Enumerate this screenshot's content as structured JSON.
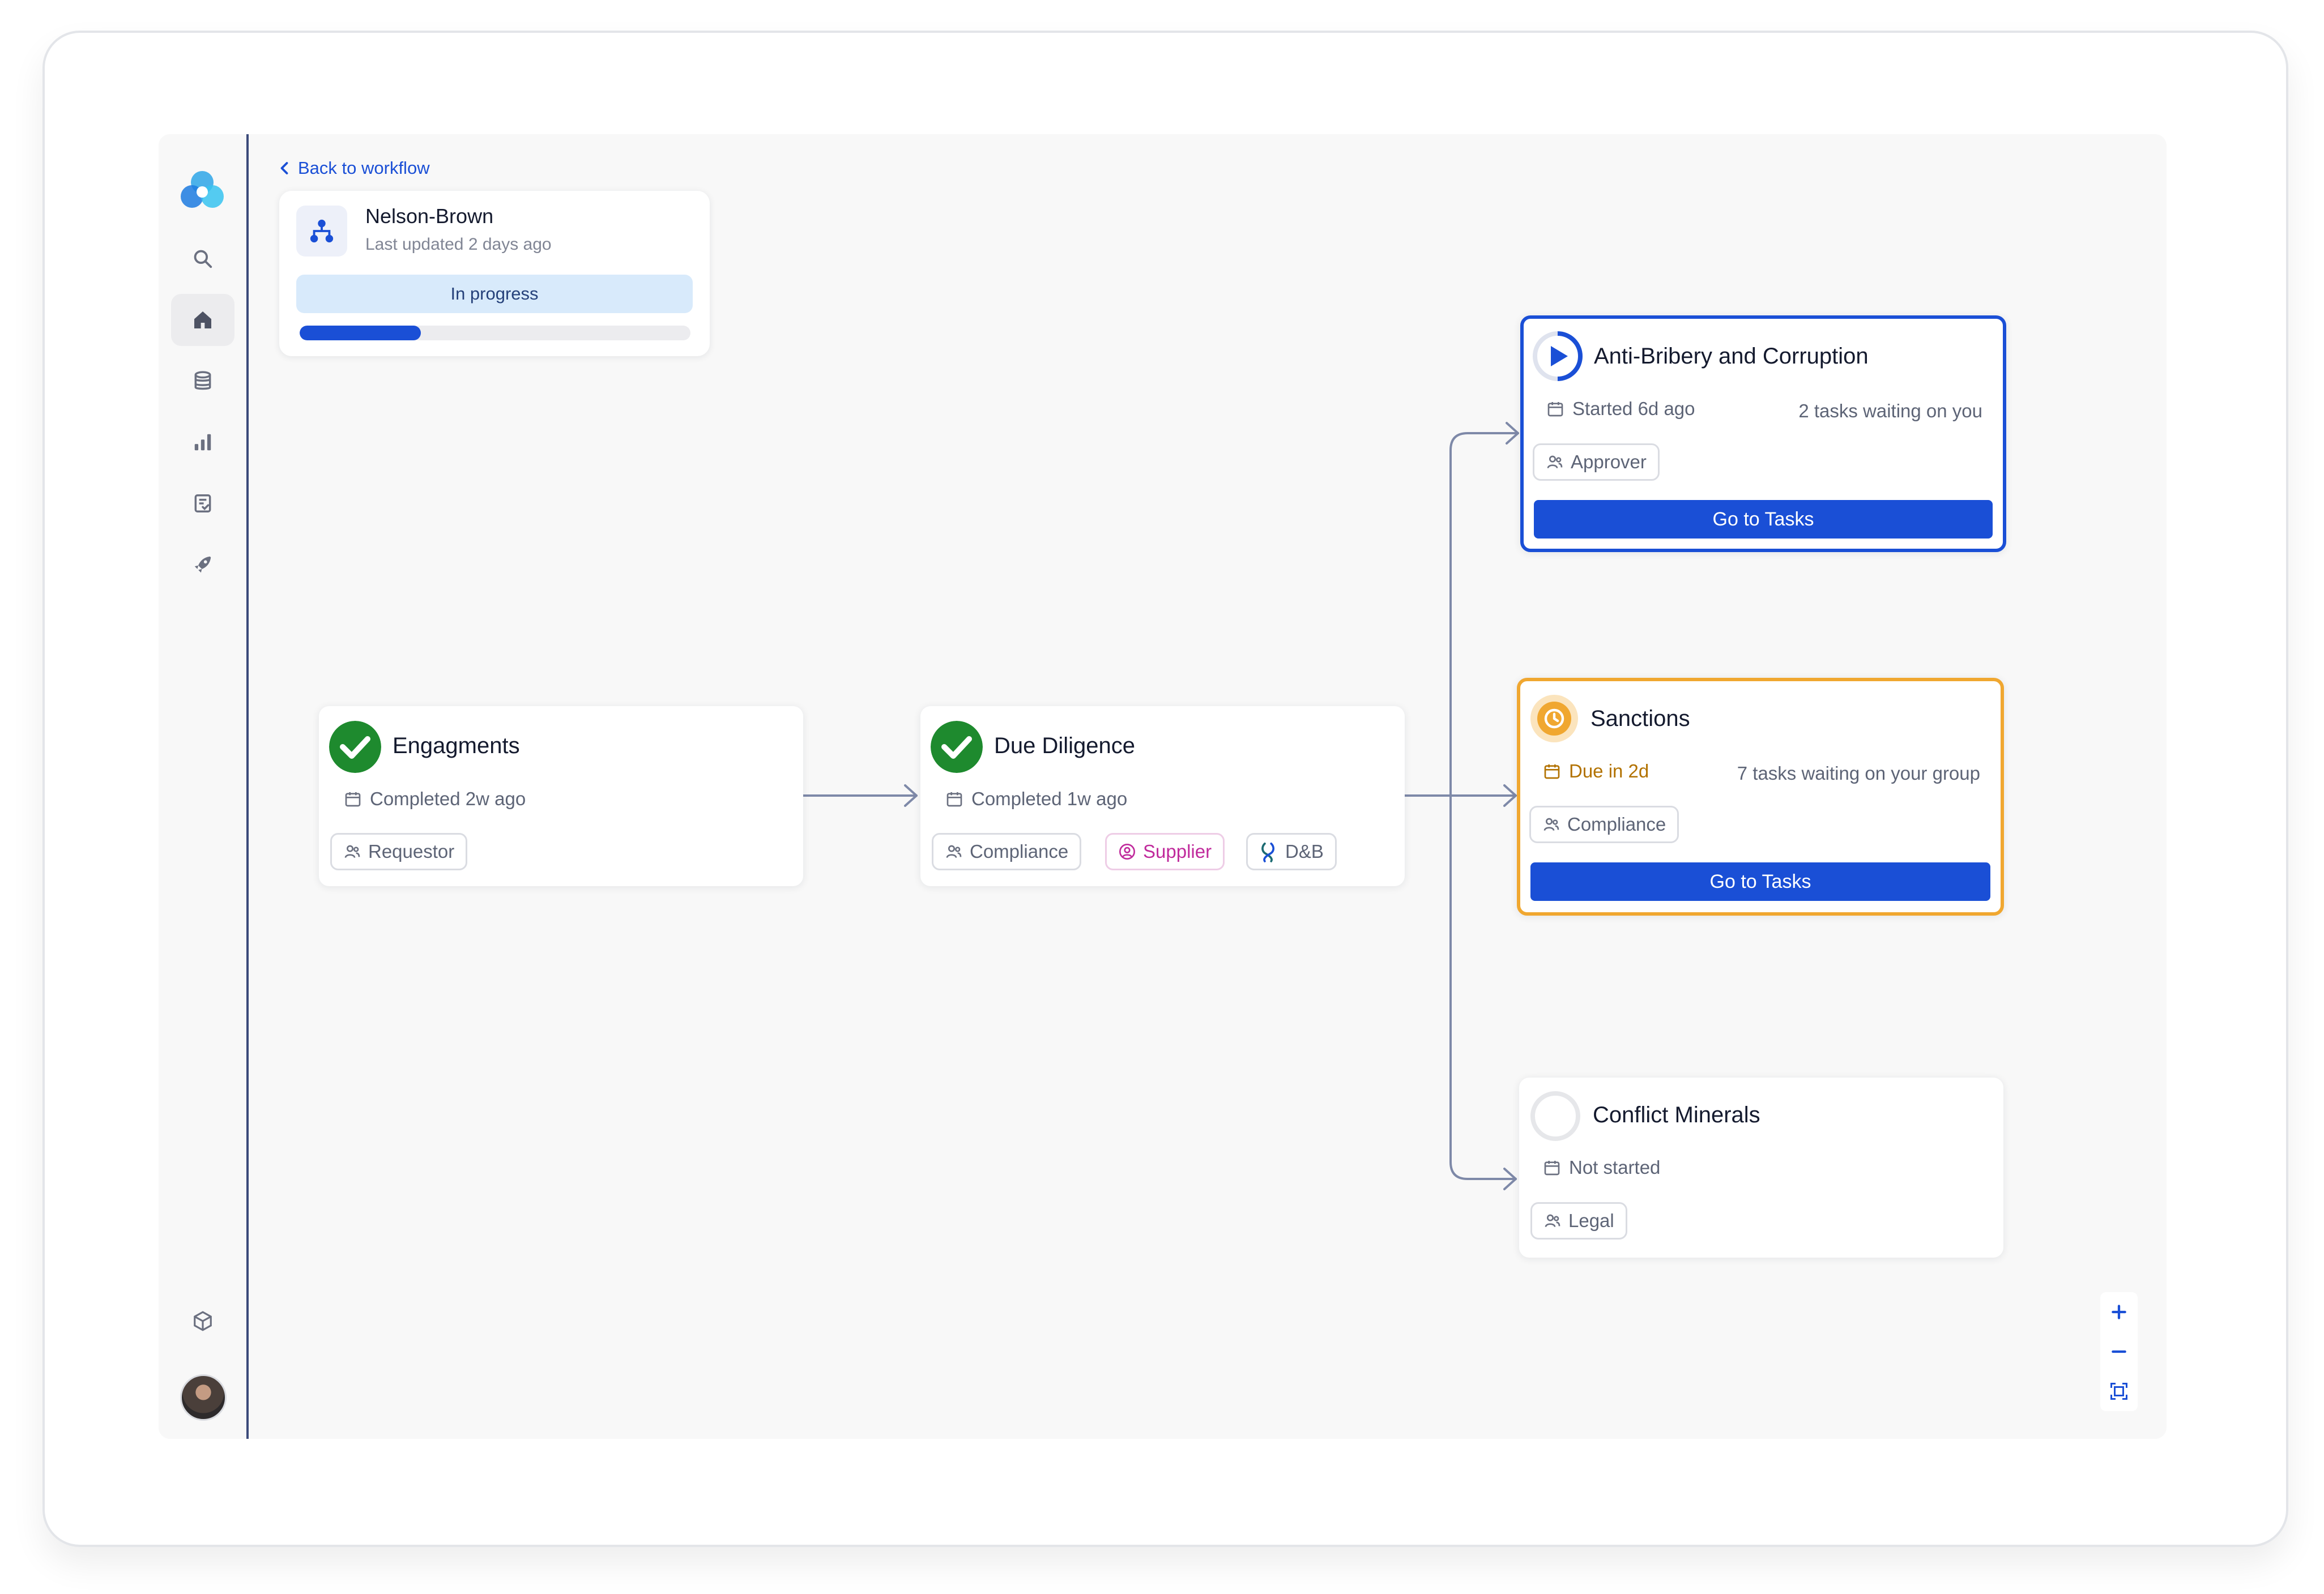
{
  "nav": {
    "back_label": "Back to workflow",
    "items": [
      "search",
      "home",
      "database",
      "analytics",
      "tasks",
      "notifications",
      "packages"
    ]
  },
  "header": {
    "title": "Nelson-Brown",
    "subtitle": "Last updated 2 days ago",
    "status": "In progress",
    "progress": 0.31
  },
  "nodes": {
    "engagements": {
      "title": "Engagments",
      "status": "Completed 2w ago",
      "tags": [
        "Requestor"
      ]
    },
    "due_diligence": {
      "title": "Due Diligence",
      "status": "Completed 1w ago",
      "tags": [
        "Compliance",
        "Supplier",
        "D&B"
      ]
    },
    "anti_bribery": {
      "title": "Anti-Bribery and Corruption",
      "status": "Started 6d ago",
      "waiting": "2 tasks waiting on you",
      "tags": [
        "Approver"
      ],
      "button": "Go to Tasks"
    },
    "sanctions": {
      "title": "Sanctions",
      "status": "Due in 2d",
      "waiting": "7 tasks waiting on your group",
      "tags": [
        "Compliance"
      ],
      "button": "Go to Tasks"
    },
    "conflict_minerals": {
      "title": "Conflict Minerals",
      "status": "Not started",
      "tags": [
        "Legal"
      ]
    }
  },
  "colors": {
    "accent": "#1a4fd6",
    "success": "#1e8a2e",
    "warning": "#f0a730",
    "supplier": "#c02a9c"
  }
}
